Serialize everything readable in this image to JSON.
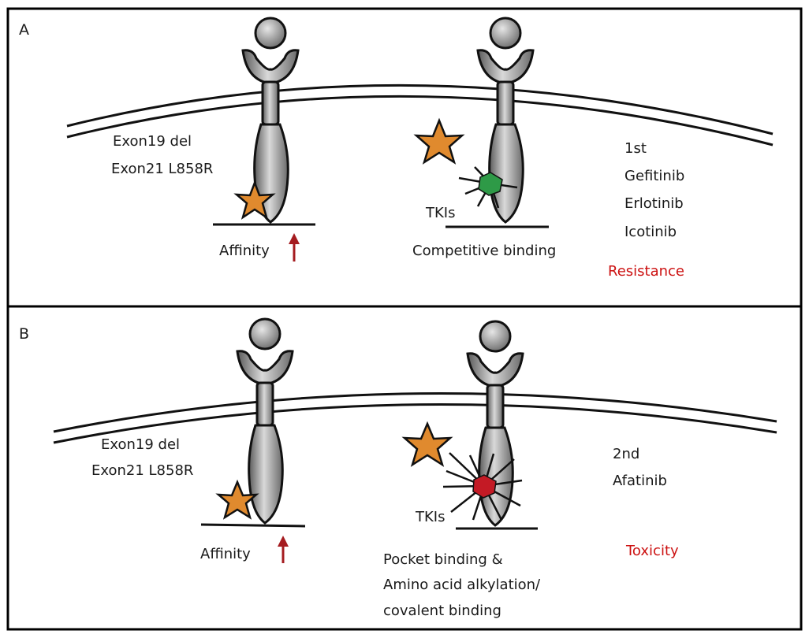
{
  "colors": {
    "border": "#000000",
    "receptor_fill": "#a9a9a9",
    "star_fill": "#e08a2e",
    "tki_first_gen": "#2e9a47",
    "tki_second_gen": "#c41a25",
    "red_text": "#cc1111",
    "arrow": "#a51c20"
  },
  "panel_a": {
    "letter": "A",
    "mutation_line1": "Exon19 del",
    "mutation_line2": "Exon21 L858R",
    "affinity_label": "Affinity",
    "tki_label": "TKIs",
    "binding_label": "Competitive binding",
    "generation": "1st",
    "drugs": [
      "Gefitinib",
      "Erlotinib",
      "Icotinib"
    ],
    "outcome": "Resistance"
  },
  "panel_b": {
    "letter": "B",
    "mutation_line1": "Exon19 del",
    "mutation_line2": "Exon21 L858R",
    "affinity_label": "Affinity",
    "tki_label": "TKIs",
    "binding_line1": "Pocket binding &",
    "binding_line2": "Amino acid alkylation/",
    "binding_line3": "covalent binding",
    "generation": "2nd",
    "drugs": [
      "Afatinib"
    ],
    "outcome": "Toxicity"
  }
}
